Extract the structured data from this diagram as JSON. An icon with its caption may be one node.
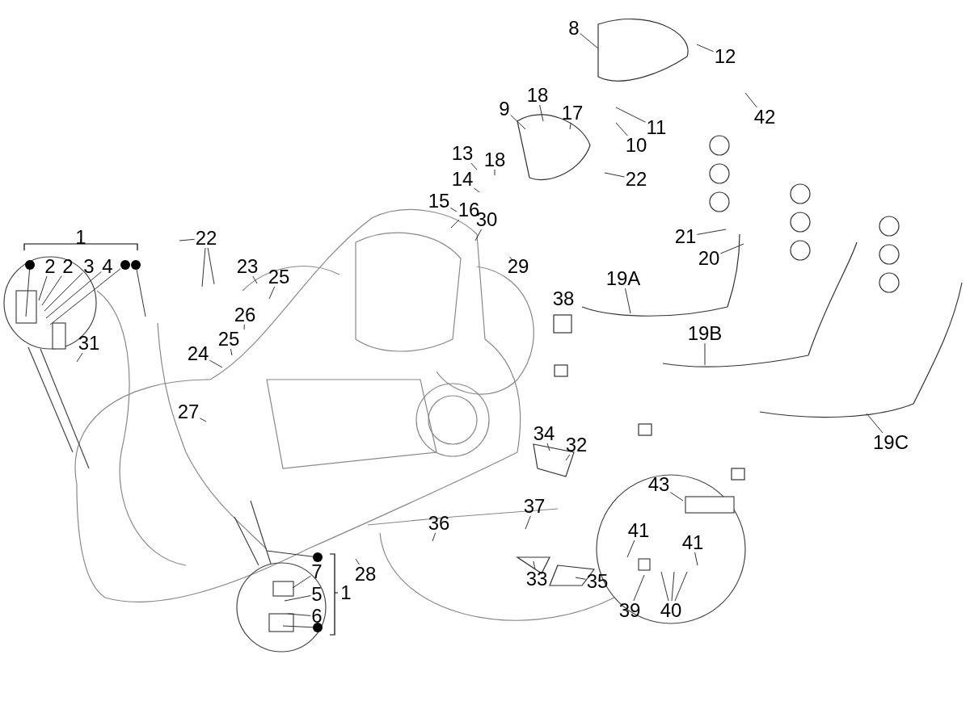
{
  "diagram": {
    "nodes": [
      {
        "text": [
          "1"
        ]
      },
      {
        "text": [],
        "shape": "circle"
      },
      {
        "text": [
          "2"
        ]
      },
      {
        "text": [
          "2"
        ]
      },
      {
        "text": [
          "3"
        ]
      },
      {
        "text": [
          "4"
        ]
      },
      {
        "text": [],
        "shape": "circle"
      },
      {
        "text": [],
        "shape": "circle"
      },
      {
        "text": [
          "22"
        ]
      },
      {
        "text": [
          "31"
        ]
      },
      {
        "text": [
          "23"
        ]
      },
      {
        "text": [
          "25"
        ]
      },
      {
        "text": [
          "26"
        ]
      },
      {
        "text": [
          "25"
        ]
      },
      {
        "text": [
          "24"
        ]
      },
      {
        "text": [
          "27"
        ]
      },
      {
        "text": [
          "8"
        ]
      },
      {
        "text": [
          "12"
        ]
      },
      {
        "text": [
          "42"
        ]
      },
      {
        "text": [
          "17"
        ]
      },
      {
        "text": [
          "18"
        ]
      },
      {
        "text": [
          "11"
        ]
      },
      {
        "text": [
          "10"
        ]
      },
      {
        "text": [
          "9"
        ]
      },
      {
        "text": [
          "22"
        ]
      },
      {
        "text": [
          "13"
        ]
      },
      {
        "text": [
          "18"
        ]
      },
      {
        "text": [
          "14"
        ]
      },
      {
        "text": [
          "15"
        ]
      },
      {
        "text": [
          "16"
        ]
      },
      {
        "text": [
          "30"
        ]
      },
      {
        "text": [
          "29"
        ]
      },
      {
        "text": [
          "21"
        ]
      },
      {
        "text": [
          "20"
        ]
      },
      {
        "text": [
          "19A"
        ]
      },
      {
        "text": [
          "38"
        ]
      },
      {
        "text": [
          "19B"
        ]
      },
      {
        "text": [
          "19C"
        ]
      },
      {
        "text": [
          "34"
        ]
      },
      {
        "text": [
          "32"
        ]
      },
      {
        "text": [
          "37"
        ]
      },
      {
        "text": [
          "36"
        ]
      },
      {
        "text": [
          "33"
        ]
      },
      {
        "text": [
          "35"
        ]
      },
      {
        "text": [
          "28"
        ]
      },
      {
        "text": [
          "43"
        ]
      },
      {
        "text": [
          "41"
        ]
      },
      {
        "text": [
          "41"
        ]
      },
      {
        "text": [
          "39"
        ]
      },
      {
        "text": [
          "40"
        ]
      },
      {
        "text": [],
        "shape": "circle"
      },
      {
        "text": [
          "7"
        ]
      },
      {
        "text": [
          "5"
        ]
      },
      {
        "text": [
          "6"
        ]
      },
      {
        "text": [],
        "shape": "circle"
      },
      {
        "text": [
          "1"
        ]
      }
    ],
    "edges": [
      {
        "from": 1,
        "to": null,
        "arrow": "none"
      },
      {
        "from": 2,
        "to": null,
        "arrow": "none"
      },
      {
        "from": 3,
        "to": null,
        "arrow": "none"
      },
      {
        "from": 4,
        "to": null,
        "arrow": "none"
      },
      {
        "from": 5,
        "to": null,
        "arrow": "none"
      },
      {
        "from": 6,
        "to": null,
        "arrow": "none"
      },
      {
        "from": 7,
        "to": null,
        "arrow": "none"
      },
      {
        "from": 8,
        "to": null,
        "arrow": "none"
      },
      {
        "from": 8,
        "to": null,
        "arrow": "none"
      },
      {
        "from": 8,
        "to": null,
        "arrow": "none"
      },
      {
        "from": 9,
        "to": null,
        "arrow": "none"
      },
      {
        "from": 10,
        "to": null,
        "arrow": "none"
      },
      {
        "from": 11,
        "to": null,
        "arrow": "none"
      },
      {
        "from": 12,
        "to": null,
        "arrow": "none"
      },
      {
        "from": 13,
        "to": null,
        "arrow": "none"
      },
      {
        "from": 14,
        "to": null,
        "arrow": "none"
      },
      {
        "from": 15,
        "to": null,
        "arrow": "none"
      },
      {
        "from": 16,
        "to": null,
        "arrow": "none"
      },
      {
        "from": 17,
        "to": null,
        "arrow": "none"
      },
      {
        "from": 18,
        "to": null,
        "arrow": "none"
      },
      {
        "from": 19,
        "to": null,
        "arrow": "none"
      },
      {
        "from": 20,
        "to": null,
        "arrow": "none"
      },
      {
        "from": 21,
        "to": null,
        "arrow": "none"
      },
      {
        "from": 22,
        "to": null,
        "arrow": "none"
      },
      {
        "from": 23,
        "to": null,
        "arrow": "none"
      },
      {
        "from": 24,
        "to": null,
        "arrow": "none"
      },
      {
        "from": 25,
        "to": null,
        "arrow": "none"
      },
      {
        "from": 26,
        "to": null,
        "arrow": "none"
      },
      {
        "from": 27,
        "to": null,
        "arrow": "none"
      },
      {
        "from": 28,
        "to": null,
        "arrow": "none"
      },
      {
        "from": 29,
        "to": null,
        "arrow": "none"
      },
      {
        "from": 30,
        "to": null,
        "arrow": "none"
      },
      {
        "from": 31,
        "to": null,
        "arrow": "none"
      },
      {
        "from": 32,
        "to": null,
        "arrow": "none"
      },
      {
        "from": 33,
        "to": null,
        "arrow": "none"
      },
      {
        "from": 34,
        "to": null,
        "arrow": "none"
      },
      {
        "from": 36,
        "to": null,
        "arrow": "none"
      },
      {
        "from": 37,
        "to": null,
        "arrow": "none"
      },
      {
        "from": 38,
        "to": null,
        "arrow": "none"
      },
      {
        "from": 39,
        "to": null,
        "arrow": "none"
      },
      {
        "from": 40,
        "to": null,
        "arrow": "none"
      },
      {
        "from": 41,
        "to": null,
        "arrow": "none"
      },
      {
        "from": 42,
        "to": null,
        "arrow": "none"
      },
      {
        "from": 43,
        "to": null,
        "arrow": "none"
      },
      {
        "from": 44,
        "to": null,
        "arrow": "none"
      },
      {
        "from": 45,
        "to": null,
        "arrow": "none"
      },
      {
        "from": 46,
        "to": null,
        "arrow": "none"
      },
      {
        "from": 47,
        "to": null,
        "arrow": "none"
      },
      {
        "from": 48,
        "to": null,
        "arrow": "none"
      },
      {
        "from": 49,
        "to": null,
        "arrow": "none"
      },
      {
        "from": 49,
        "to": null,
        "arrow": "none"
      },
      {
        "from": 49,
        "to": null,
        "arrow": "none"
      },
      {
        "from": 50,
        "to": null,
        "arrow": "none"
      },
      {
        "from": 51,
        "to": null,
        "arrow": "none"
      },
      {
        "from": 52,
        "to": null,
        "arrow": "none"
      },
      {
        "from": 53,
        "to": null,
        "arrow": "none"
      },
      {
        "from": 54,
        "to": null,
        "arrow": "none"
      }
    ]
  }
}
